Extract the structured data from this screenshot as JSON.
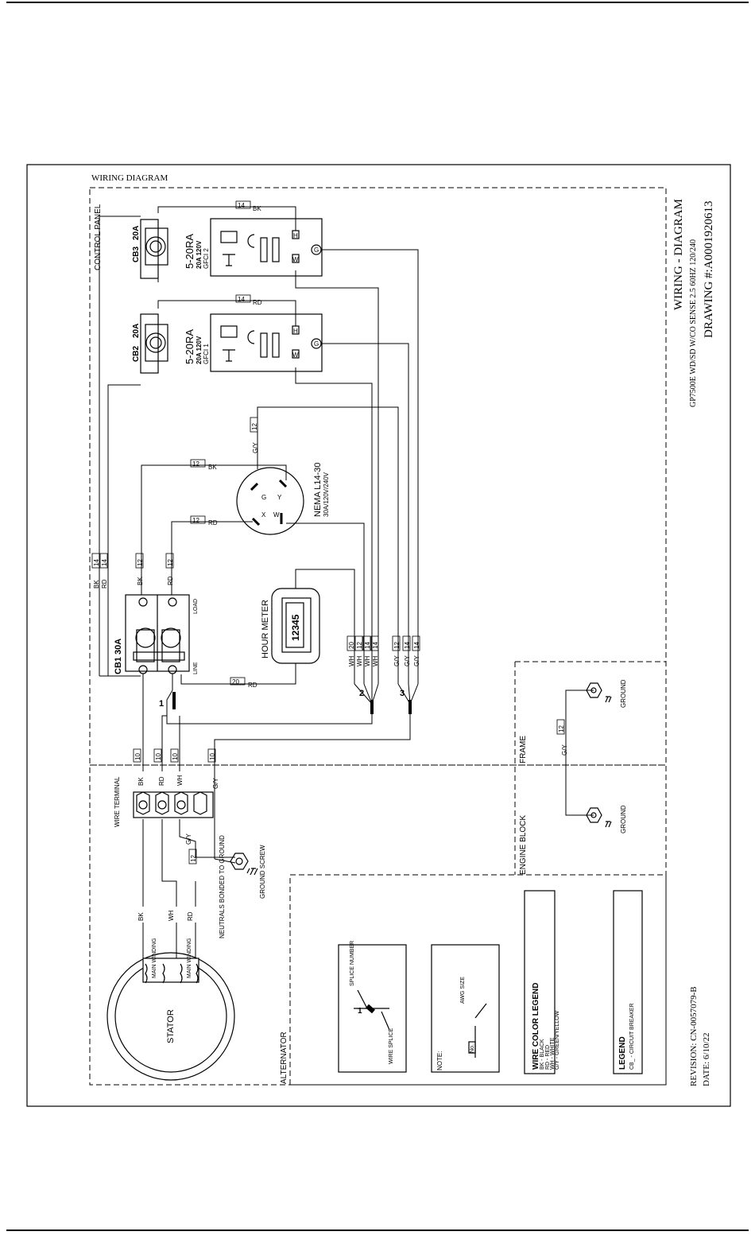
{
  "frame_title": "WIRING DIAGRAM",
  "title_block": {
    "title": "WIRING - DIAGRAM",
    "model": "GP7500E WD/SD W/CO SENSE 2.5 60HZ 120/240",
    "drawing_number": "DRAWING #:A0001920613",
    "revision": "REVISION: CN-0057079-B",
    "date": "DATE: 6/10/22"
  },
  "regions": {
    "control_panel": "CONTROL PANEL",
    "frame": "FRAME",
    "engine_block": "ENGINE BLOCK",
    "alternator": "ALTERNATOR"
  },
  "breakers": {
    "cb3_name": "CB3",
    "cb3_rating": "20A",
    "cb2_name": "CB2",
    "cb2_rating": "20A",
    "cb1": "CB1 30A",
    "load": "LOAD",
    "line": "LINE"
  },
  "outlets": {
    "gfci2_type": "5-20RA",
    "gfci2_rating": "20A 120V",
    "gfci2_label": "GFCI 2",
    "gfci1_type": "5-20RA",
    "gfci1_rating": "20A 120V",
    "gfci1_label": "GFCI 1",
    "h": "H",
    "w": "W",
    "g": "G"
  },
  "nema": {
    "name": "NEMA L14-30",
    "rating": "30A/120V/240V",
    "g": "G",
    "y": "Y",
    "x": "X",
    "w": "W"
  },
  "hour_meter": {
    "label": "HOUR METER",
    "display": "12345"
  },
  "splices": {
    "one": "1",
    "two": "2",
    "three": "3"
  },
  "wire_terminal": "WIRE TERMINAL",
  "ground_screw": "GROUND SCREW",
  "neutrals_note": "NEUTRALS BONDED TO GROUND",
  "stator": "STATOR",
  "main_winding": "MAIN WINDING",
  "ground": "GROUND",
  "colors": {
    "bk": "BK",
    "rd": "RD",
    "wh": "WH",
    "gy": "G/Y"
  },
  "gauges": {
    "g10": "10",
    "g12": "12",
    "g14": "14",
    "g20": "20"
  },
  "note_box": {
    "note": "NOTE:",
    "no": "No.",
    "awg": "AWG SIZE"
  },
  "splice_box": {
    "splice_number": "SPLICE NUMBER",
    "wire_splice": "WIRE SPLICE",
    "one": "1"
  },
  "wire_color_legend": {
    "title": "WIRE COLOR LEGEND",
    "items": [
      "BK  -  BLACK",
      "RD  -  RED",
      "WH -  WHITE",
      "G/Y -  GREEN/YELLOW"
    ]
  },
  "legend": {
    "title": "LEGEND",
    "items": [
      "CB_ - CIRCUIT BREAKER"
    ]
  },
  "line_color": "#000000"
}
